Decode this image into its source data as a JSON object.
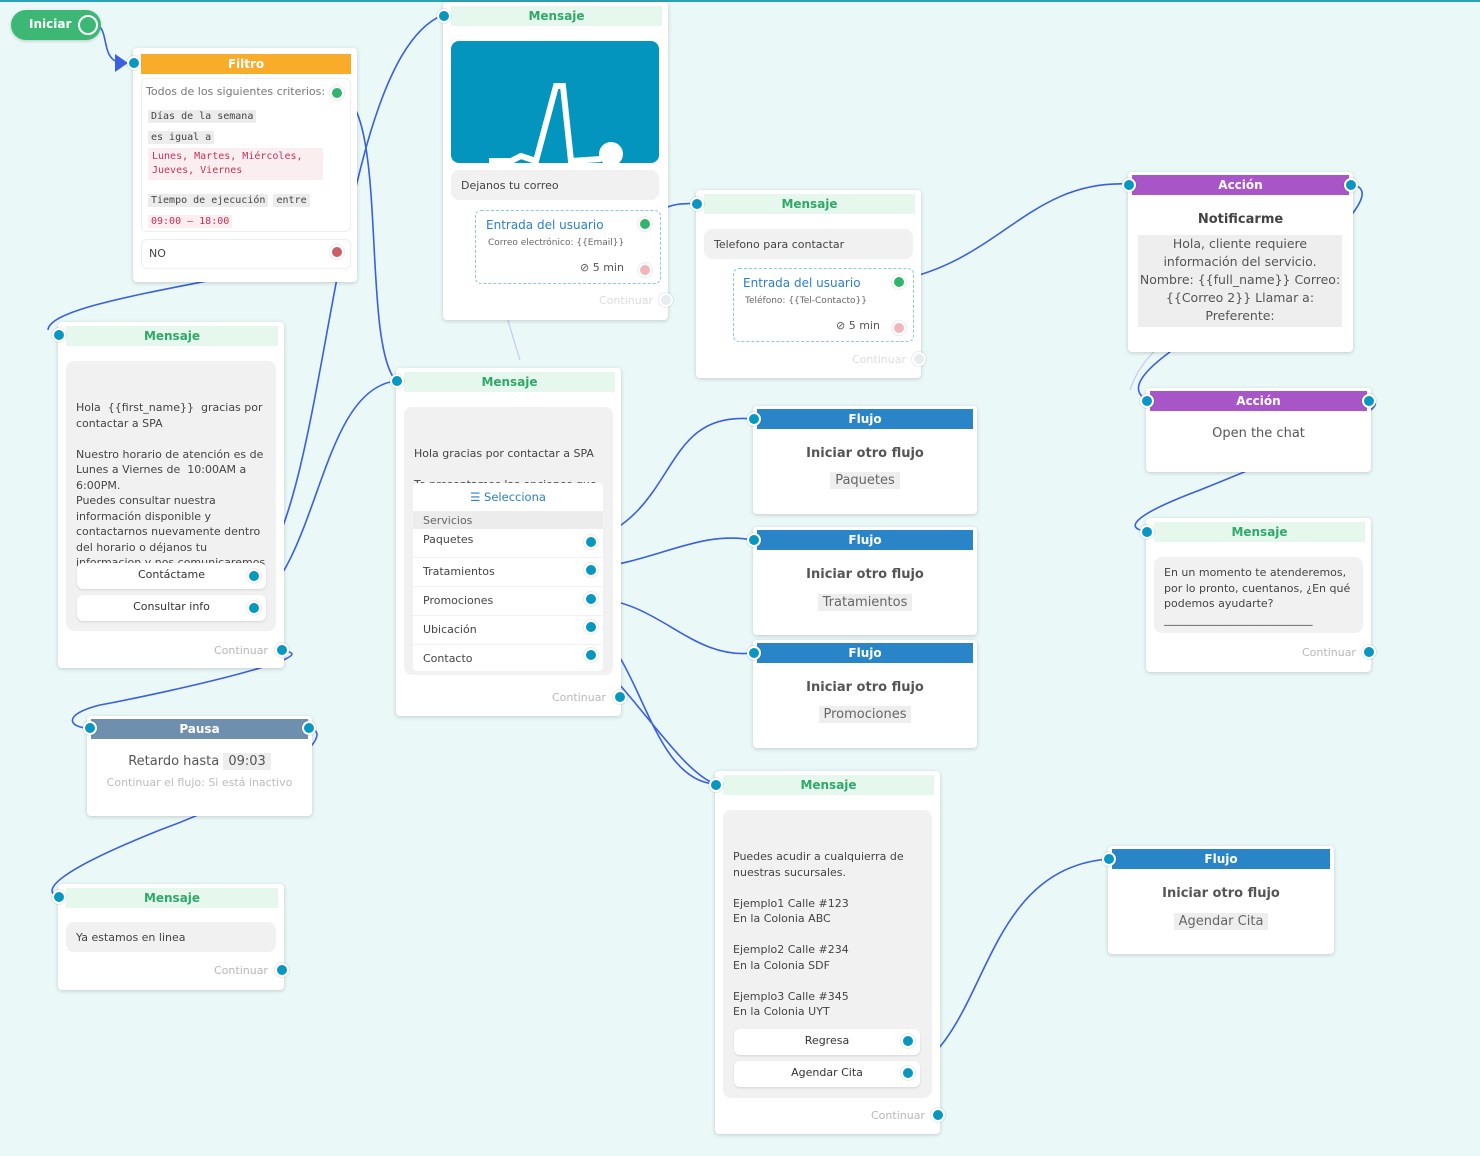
{
  "start": {
    "label": "Iniciar"
  },
  "filter": {
    "title": "Filtro",
    "criteria_label": "Todos de los siguientes criterios:",
    "cond1_field": "Días de la semana",
    "cond1_op": "es igual a",
    "cond1_value": "Lunes, Martes, Miércoles, Jueves, Viernes",
    "cond2_field": "Tiempo de ejecución",
    "cond2_op": "entre",
    "cond2_value": "09:00 – 18:00",
    "no_label": "NO"
  },
  "msg_email": {
    "title": "Mensaje",
    "text": "Dejanos tu correo",
    "input_title": "Entrada del usuario",
    "input_field": "Correo electrónico: {{Email}}",
    "timeout": "5 min",
    "continue": "Continuar"
  },
  "msg_phone": {
    "title": "Mensaje",
    "text": "Telefono para contactar",
    "input_title": "Entrada del usuario",
    "input_field": "Teléfono: {{Tel-Contacto}}",
    "timeout": "5 min",
    "continue": "Continuar"
  },
  "accion_notify": {
    "title": "Acción",
    "subtitle": "Notificarme",
    "text": "Hola, cliente requiere información del servicio. Nombre: {{full_name}} Correo: {{Correo 2}} Llamar a: Preferente:"
  },
  "accion_chat": {
    "title": "Acción",
    "text": "Open the chat"
  },
  "msg_wait": {
    "title": "Mensaje",
    "text": "En un momento te atenderemos, por lo pronto, cuentanos, ¿En qué podemos ayudarte?\n___________________________",
    "continue": "Continuar"
  },
  "msg_hours": {
    "title": "Mensaje",
    "text": "Hola  {{first_name}}  gracias por contactar a SPA\n\nNuestro horario de atención es de Lunes a Viernes de  10:00AM a 6:00PM.\nPuedes consultar nuestra información disponible y contactarnos nuevamente dentro del horario o déjanos tu informacion y nos comunicaremos lo antes posible.",
    "btn1": "Contáctame",
    "btn2": "Consultar info",
    "continue": "Continuar"
  },
  "msg_menu": {
    "title": "Mensaje",
    "text": "Hola gracias por contactar a SPA\n\nTe presentamos las opciones que tenemos disponibles.",
    "select_label": "☰ Selecciona",
    "section": "Servicios",
    "options": [
      "Paquetes",
      "Tratamientos",
      "Promociones",
      "Ubicación",
      "Contacto"
    ],
    "continue": "Continuar"
  },
  "flujo1": {
    "title": "Flujo",
    "subtitle": "Iniciar otro flujo",
    "name": "Paquetes"
  },
  "flujo2": {
    "title": "Flujo",
    "subtitle": "Iniciar otro flujo",
    "name": "Tratamientos"
  },
  "flujo3": {
    "title": "Flujo",
    "subtitle": "Iniciar otro flujo",
    "name": "Promociones"
  },
  "flujo4": {
    "title": "Flujo",
    "subtitle": "Iniciar otro flujo",
    "name": "Agendar Cita"
  },
  "pausa": {
    "title": "Pausa",
    "delay_label": "Retardo hasta",
    "time": "09:03",
    "note": "Continuar el flujo: Si está inactivo"
  },
  "msg_online": {
    "title": "Mensaje",
    "text": "Ya estamos en linea",
    "continue": "Continuar"
  },
  "msg_branches": {
    "title": "Mensaje",
    "text": "Puedes acudir a cualquierra de nuestras sucursales.\n\nEjemplo1 Calle #123\nEn la Colonia ABC\n\nEjemplo2 Calle #234\nEn la Colonia SDF\n\nEjemplo3 Calle #345\nEn la Colonia UYT\n\n¡Te esperamos!",
    "btn1": "Regresa",
    "btn2": "Agendar Cita",
    "continue": "Continuar"
  },
  "colors": {
    "wire": "#3a5fe0",
    "msg_header": "#2fa86a",
    "filter": "#f9ac2a",
    "accion": "#a855c8",
    "flujo": "#2a85c8",
    "pausa": "#6f8fae",
    "port": "#0897c0"
  }
}
